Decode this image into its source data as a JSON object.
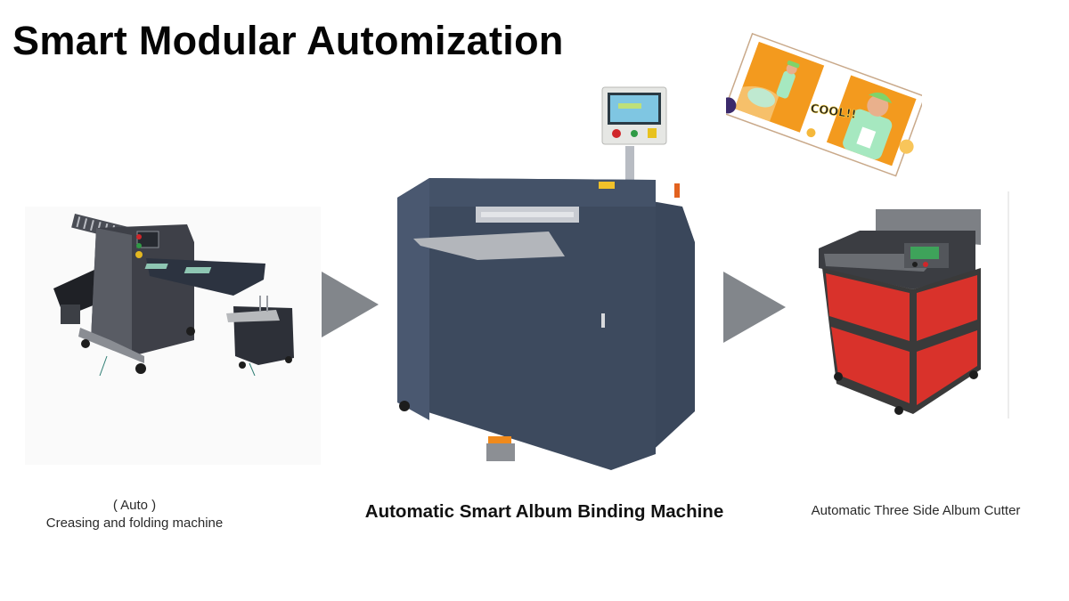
{
  "slide": {
    "title": "Smart Modular Automization",
    "colors": {
      "background": "#ffffff",
      "title": "#050505",
      "arrow": "#82868b",
      "binder_body": "#3d4a5e",
      "cutter_red": "#d9322b",
      "cutter_frame": "#3a3a3a",
      "album_orange": "#f39a1e",
      "album_green": "#a6e8c0"
    }
  },
  "workflow": {
    "steps": [
      {
        "id": "folder",
        "caption_line1": "( Auto )",
        "caption_line2": "Creasing and folding machine",
        "image": "creasing-folding-machine-photo"
      },
      {
        "id": "binder",
        "caption": "Automatic Smart Album Binding Machine",
        "image": "album-binding-machine-photo"
      },
      {
        "id": "cutter",
        "caption": "Automatic Three Side Album Cutter",
        "image": "three-side-cutter-photo"
      }
    ],
    "arrows": [
      "arrow-right-icon",
      "arrow-right-icon"
    ],
    "product_sample": {
      "image": "photo-album-sample",
      "cover_text": "COOL!!"
    }
  }
}
